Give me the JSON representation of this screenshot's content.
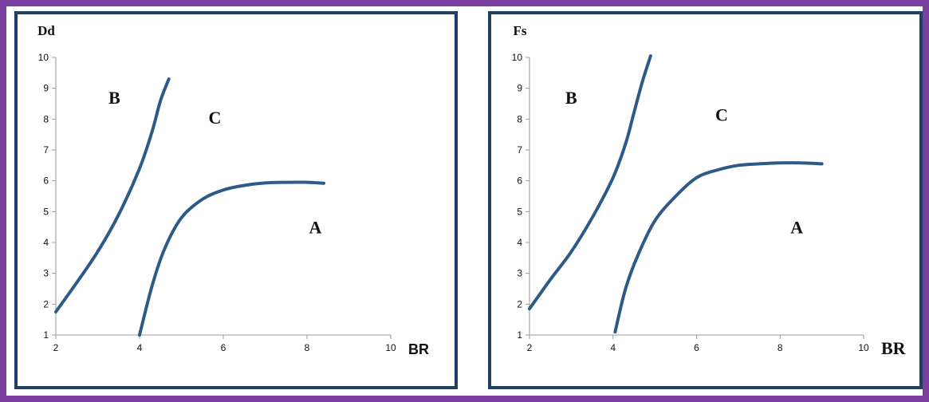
{
  "chart_data": [
    {
      "type": "line",
      "ylabel": "Dd",
      "xlabel": "BR",
      "xlim": [
        2,
        10
      ],
      "ylim": [
        1,
        10
      ],
      "xticks": [
        "2",
        "4",
        "6",
        "8",
        "10"
      ],
      "yticks": [
        "1",
        "2",
        "3",
        "4",
        "5",
        "6",
        "7",
        "8",
        "9",
        "10"
      ],
      "grid": false,
      "series": [
        {
          "x": [
            2.0,
            2.5,
            3.0,
            3.5,
            4.0,
            4.3,
            4.5,
            4.7
          ],
          "y": [
            1.75,
            2.7,
            3.7,
            4.9,
            6.4,
            7.6,
            8.6,
            9.3
          ]
        },
        {
          "x": [
            4.0,
            4.3,
            4.6,
            5.0,
            5.5,
            6.0,
            6.5,
            7.0,
            7.5,
            8.0,
            8.4
          ],
          "y": [
            1.0,
            2.6,
            3.8,
            4.8,
            5.4,
            5.7,
            5.85,
            5.93,
            5.95,
            5.95,
            5.92
          ]
        }
      ],
      "annotations": [
        {
          "text": "B",
          "x": 3.4,
          "y": 8.5
        },
        {
          "text": "C",
          "x": 5.8,
          "y": 7.85
        },
        {
          "text": "A",
          "x": 8.2,
          "y": 4.3
        }
      ]
    },
    {
      "type": "line",
      "ylabel": "Fs",
      "xlabel": "BR",
      "xlim": [
        2,
        10
      ],
      "ylim": [
        1,
        10
      ],
      "xticks": [
        "2",
        "4",
        "6",
        "8",
        "10"
      ],
      "yticks": [
        "1",
        "2",
        "3",
        "4",
        "5",
        "6",
        "7",
        "8",
        "9",
        "10"
      ],
      "grid": false,
      "series": [
        {
          "x": [
            2.0,
            2.5,
            3.0,
            3.5,
            4.0,
            4.3,
            4.5,
            4.7,
            4.9
          ],
          "y": [
            1.85,
            2.8,
            3.7,
            4.8,
            6.1,
            7.2,
            8.2,
            9.2,
            10.05
          ]
        },
        {
          "x": [
            4.05,
            4.3,
            4.6,
            5.0,
            5.5,
            6.0,
            6.5,
            7.0,
            7.5,
            8.0,
            8.5,
            9.0
          ],
          "y": [
            1.1,
            2.5,
            3.6,
            4.7,
            5.5,
            6.1,
            6.35,
            6.5,
            6.55,
            6.58,
            6.58,
            6.55
          ]
        }
      ],
      "annotations": [
        {
          "text": "B",
          "x": 3.0,
          "y": 8.5
        },
        {
          "text": "C",
          "x": 6.6,
          "y": 7.95
        },
        {
          "text": "A",
          "x": 8.4,
          "y": 4.3
        }
      ]
    }
  ]
}
